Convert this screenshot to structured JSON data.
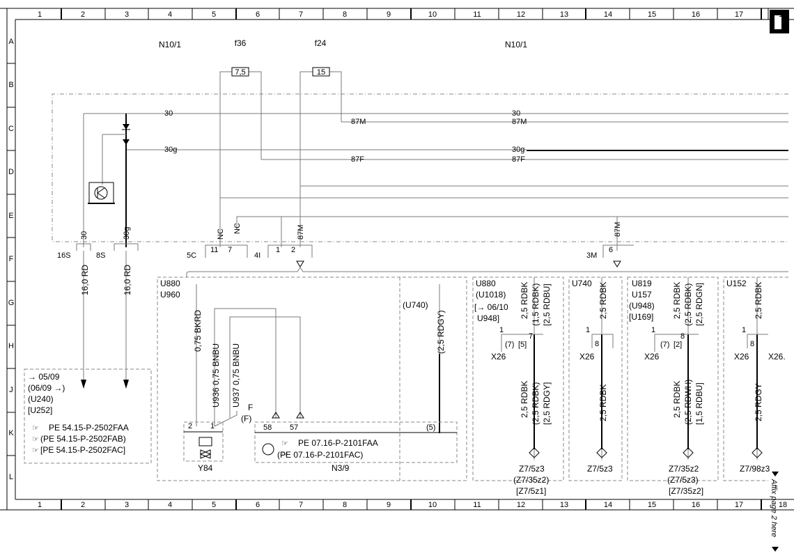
{
  "grid": {
    "columns": [
      "1",
      "2",
      "3",
      "4",
      "5",
      "6",
      "7",
      "8",
      "9",
      "10",
      "11",
      "12",
      "13",
      "14",
      "15",
      "16",
      "17",
      "18"
    ],
    "rows": [
      "A",
      "B",
      "C",
      "D",
      "E",
      "F",
      "G",
      "H",
      "J",
      "K",
      "L"
    ]
  },
  "components": {
    "n10_1_left": "N10/1",
    "f36": "f36",
    "f24": "f24",
    "n10_1_right": "N10/1",
    "fuse_f36": "7,5",
    "fuse_f24": "15"
  },
  "circuits": {
    "c30_left": "30",
    "c30_right": "30",
    "c87m_mid": "87M",
    "c87m_right": "87M",
    "c30g_left": "30g",
    "c30g_right": "30g",
    "c87f_mid": "87F",
    "c87f_right": "87F",
    "v30": "30",
    "v30g": "30g",
    "v_nc1": "NC",
    "v_nc2": "NC",
    "v_87m": "87M",
    "v_87m_r": "87M"
  },
  "connectors": {
    "c16s": "16S",
    "c8s": "8S",
    "c5c": "5C",
    "pin11": "11",
    "pin7": "7",
    "c4i": "4I",
    "pin1": "1",
    "pin2": "2",
    "c3m": "3M",
    "pin6": "6"
  },
  "wires": {
    "w_16rd_a": "16,0 RD",
    "w_16rd_b": "16,0 RD",
    "w_075bkrd": "0,75 BKRD",
    "w_u936": "U936 0,75 BNBU",
    "w_u937": "U937 0,75 BNBU",
    "w_25rdgy_p": "(2,5 RDGY)",
    "w_g12a": "2,5 RDBK",
    "w_g12b": "(1,5 RDBK)",
    "w_g12c": "[2,5 RDBU]",
    "w_k12a": "2,5 RDBK",
    "w_k12b": "(2,5 RDBK)",
    "w_k12c": "[2,5 RDGY]",
    "w_g14": "2,5 RDBK",
    "w_k14": "2,5 RDBK",
    "w_g16a": "2,5 RDBK",
    "w_g16b": "(2,5 RDBK)",
    "w_g16c": "[2,5 RDGN]",
    "w_k16a": "2,5 RDBK",
    "w_k16b": "(2,5 RDWH)",
    "w_k16c": "[1,5 RDBU]",
    "w_g17": "2,5 RDBK",
    "w_k17": "2,5 RDGY"
  },
  "box_left": {
    "lines": [
      "→ 05/09",
      "(06/09 →)",
      "(U240)",
      "[U252]"
    ],
    "refs": [
      "PE 54.15-P-2502FAA",
      "(PE 54.15-P-2502FAB)",
      "[PE 54.15-P-2502FAC]"
    ]
  },
  "group_u880": {
    "label1": "U880",
    "label2": "U960",
    "u740": "(U740)",
    "f": "F",
    "fp": "(F)",
    "pin2": "2",
    "pin1": "1",
    "pin58": "58",
    "pin57": "57",
    "pin5": "(5)",
    "y84": "Y84",
    "n3_9": "N3/9",
    "ref1": "PE 07.16-P-2101FAA",
    "ref2": "(PE 07.16-P-2101FAC)"
  },
  "box_12": {
    "l1": "U880",
    "l2": "(U1018)",
    "l3": "[→ 06/10",
    "l4": "U948]",
    "pin1": "1",
    "pin7a": "(7)",
    "pin5": "[5]",
    "pin7": "7",
    "x26": "X26",
    "z1": "Z7/5z3",
    "z2": "(Z7/35z2)",
    "z3": "[Z7/5z1]"
  },
  "box_14": {
    "l1": "U740",
    "pin1": "1",
    "pin8": "8",
    "x26": "X26",
    "z1": "Z7/5z3"
  },
  "box_16": {
    "l1": "U819",
    "l2": "U157",
    "l3": "(U948)",
    "l4": "[U169]",
    "pin1": "1",
    "pin7": "(7)",
    "pin2": "[2]",
    "pin8": "8",
    "x26": "X26",
    "z1": "Z7/35z2",
    "z2": "(Z7/5z3)",
    "z3": "[Z7/35z2]"
  },
  "box_17": {
    "l1": "U152",
    "pin1": "1",
    "pin8": "8",
    "x26": "X26",
    "x26b": "X26.",
    "z1": "Z7/98z3"
  },
  "affix": "Affix page 2 here"
}
